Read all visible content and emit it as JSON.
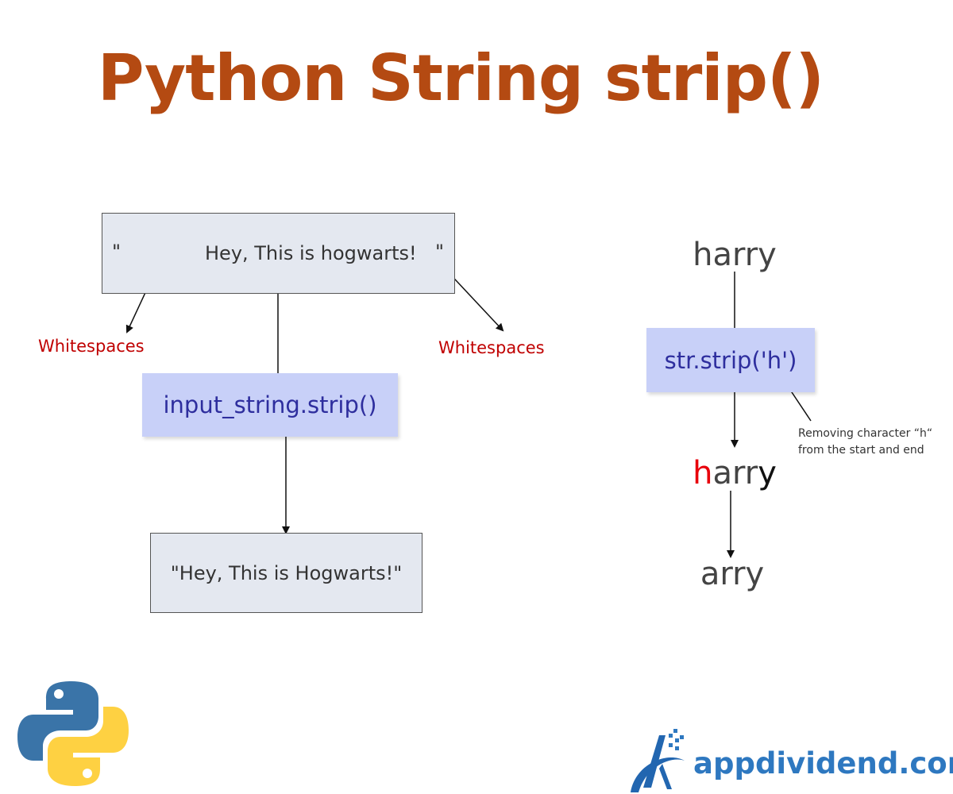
{
  "title": "Python String strip()",
  "left": {
    "input_quote_open": "\"",
    "input_text": "Hey, This is hogwarts!",
    "input_quote_close": "\"",
    "whitespace_left": "Whitespaces",
    "whitespace_right": "Whitespaces",
    "method": "input_string.strip()",
    "output": "\"Hey, This is Hogwarts!\""
  },
  "right": {
    "input_word": "harry",
    "method": "str.strip('h')",
    "annotation_line1": "Removing character “h“",
    "annotation_line2": "from the start and end",
    "mid_first": "h",
    "mid_middle": "arr",
    "mid_last": "y",
    "output_word": "arry"
  },
  "brand": {
    "name": "appdividend.com",
    "color": "#2e78c0"
  },
  "colors": {
    "title": "#b44a12",
    "highlight": "#e8000b",
    "whitespace": "#c00000"
  }
}
